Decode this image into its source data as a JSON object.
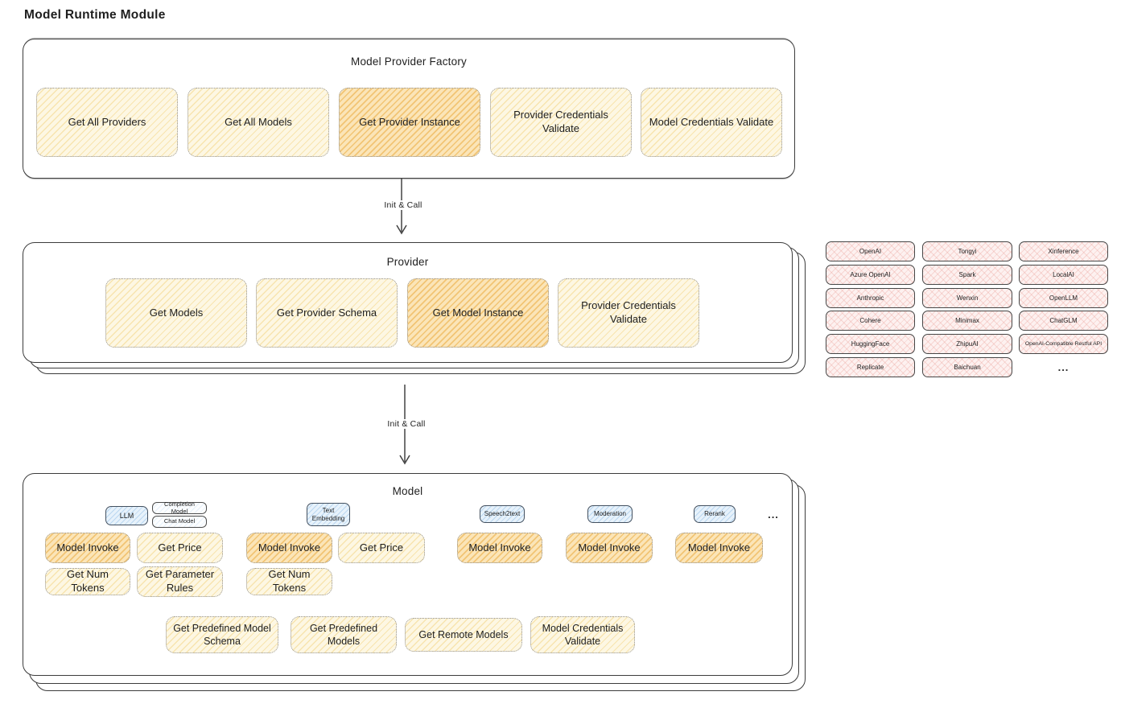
{
  "diagram_title": "Model Runtime Module",
  "colors": {
    "border_dark": "#3c3c3c",
    "fill_light": "#fdf7e3",
    "hatch_light": "#f0cd6e73",
    "fill_highlight": "#fbe5b8",
    "hatch_highlight": "#ecae4699",
    "fill_pink": "#fdf1f0",
    "hatch_pink": "#eba09959",
    "fill_blue": "#e7f2fb",
    "hatch_blue": "#78afe166",
    "fill_tag_white": "#fdfeff",
    "hatch_tag_white": "#96c3eb38"
  },
  "factory": {
    "title": "Model Provider Factory",
    "items": [
      {
        "label": "Get All Providers",
        "highlight": false
      },
      {
        "label": "Get All Models",
        "highlight": false
      },
      {
        "label": "Get Provider Instance",
        "highlight": true
      },
      {
        "label": "Provider Credentials Validate",
        "highlight": false
      },
      {
        "label": "Model Credentials Validate",
        "highlight": false
      }
    ]
  },
  "arrow1": {
    "label": "Init & Call"
  },
  "provider": {
    "title": "Provider",
    "items": [
      {
        "label": "Get Models",
        "highlight": false
      },
      {
        "label": "Get Provider Schema",
        "highlight": false
      },
      {
        "label": "Get Model Instance",
        "highlight": true
      },
      {
        "label": "Provider Credentials Validate",
        "highlight": false
      }
    ]
  },
  "provider_grid": {
    "rows": [
      [
        "OpenAI",
        "Tongyi",
        "Xinference"
      ],
      [
        "Azure OpenAI",
        "Spark",
        "LocalAI"
      ],
      [
        "Anthropic",
        "Wenxin",
        "OpenLLM"
      ],
      [
        "Cohere",
        "Minimax",
        "ChatGLM"
      ],
      [
        "HuggingFace",
        "ZhipuAI",
        "OpenAI-Compatible Restful API"
      ],
      [
        "Replicate",
        "Baichuan"
      ]
    ],
    "more_label": "..."
  },
  "arrow2": {
    "label": "Init & Call"
  },
  "model": {
    "title": "Model",
    "groups": [
      {
        "tag": "LLM",
        "subtags": [
          "Completion Model",
          "Chat Model"
        ],
        "ops": [
          "Model Invoke",
          "Get Price",
          "Get Num Tokens",
          "Get Parameter Rules"
        ]
      },
      {
        "tag": "Text Embedding",
        "ops": [
          "Model Invoke",
          "Get Price",
          "Get Num Tokens"
        ]
      },
      {
        "tag": "Speech2text",
        "ops": [
          "Model Invoke"
        ]
      },
      {
        "tag": "Moderation",
        "ops": [
          "Model Invoke"
        ]
      },
      {
        "tag": "Rerank",
        "ops": [
          "Model Invoke"
        ]
      }
    ],
    "more_label": "...",
    "bottom_ops": [
      "Get Predefined Model Schema",
      "Get Predefined Models",
      "Get Remote Models",
      "Model Credentials Validate"
    ]
  }
}
